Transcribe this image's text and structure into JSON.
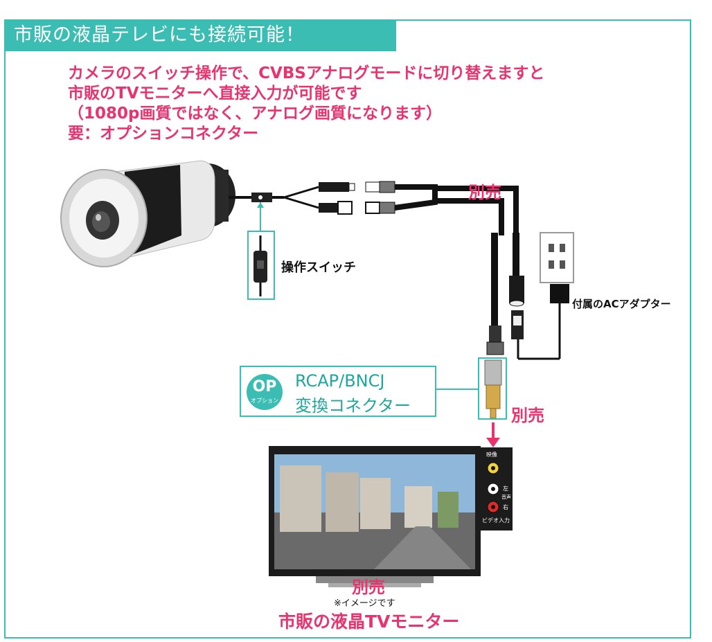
{
  "header": {
    "title": "市販の液晶テレビにも接続可能！"
  },
  "description": {
    "lines": [
      "カメラのスイッチ操作で、CVBSアナログモードに切り替えますと",
      "市販のTVモニターへ直接入力が可能です",
      "（1080p画質ではなく、アナログ画質になります）",
      "要：オプションコネクター"
    ]
  },
  "diagram": {
    "switch_label": "操作スイッチ",
    "separately_sold_cable": "別売",
    "separately_sold_connector": "別売",
    "separately_sold_tv": "別売",
    "ac_adapter_label": "付属のACアダプター",
    "option_badge": {
      "main": "OP",
      "sub": "オプション"
    },
    "connector_name": "RCAP/BNCJ",
    "connector_desc": "変換コネクター",
    "tv_panel": {
      "video": "映像",
      "left": "左",
      "audio": "音声",
      "right": "右",
      "input_label": "ビデオ入力"
    },
    "image_note": "※イメージです",
    "tv_caption": "市販の液晶TVモニター"
  },
  "colors": {
    "teal": "#3cbdb4",
    "pink": "#e8336f"
  }
}
